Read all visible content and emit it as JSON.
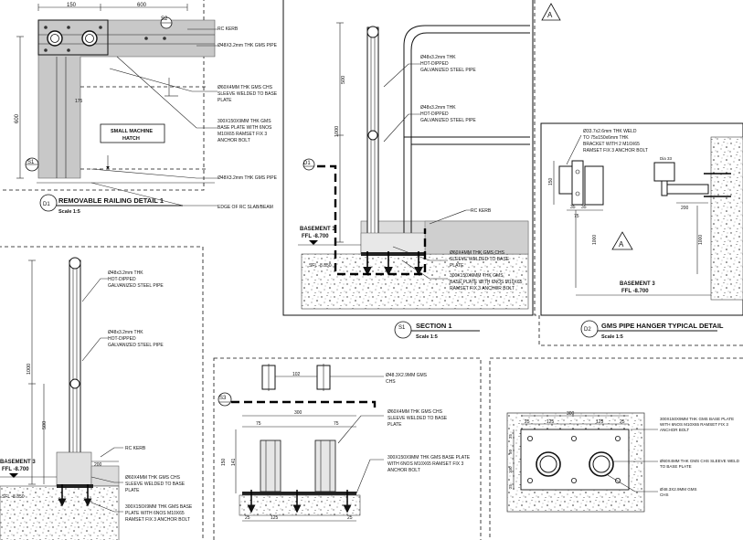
{
  "markers": {
    "s2": "S2",
    "d1": "D1",
    "s1": "S1",
    "d2": "D2",
    "s3": "S3",
    "a": "A"
  },
  "detail_d1": {
    "title": "REMOVABLE RAILING DETAIL 1",
    "scale": "Scale 1:5",
    "dim_top_left": "150",
    "dim_top_right": "600",
    "dim_left": "600",
    "dim_175": "175",
    "hatch_label_1": "SMALL MACHINE",
    "hatch_label_2": "HATCH",
    "notes": {
      "rc_kerb": "RC KERB",
      "pipe": "Ø48X3.2mm THK GMS PIPE",
      "sleeve_1": "Ø60X4MM THK GMS CHS",
      "sleeve_2": "SLEEVE WELDED TO BASE",
      "sleeve_3": "PLATE",
      "base_1": "300X150X9MM THK GMS",
      "base_2": "BASE PLATE WITH 6NOS",
      "base_3": "M10X65 RAMSET FIX 3",
      "base_4": "ANCHOR BOLT",
      "pipe2": "Ø48X3.2mm THK GMS PIPE",
      "edge": "EDGE OF RC SLAB/BEAM"
    }
  },
  "section_s1": {
    "title": "SECTION 1",
    "scale": "Scale 1:5",
    "dim_500": "500",
    "dim_1000": "1000",
    "basement": "BASEMENT 3",
    "ffl": "FFL -8.700",
    "sfl": "SFL -8.850",
    "notes": {
      "p1_1": "Ø48x3.2mm THK",
      "p1_2": "HOT-DIPPED",
      "p1_3": "GALVANIZED STEEL PIPE",
      "p2_1": "Ø48x3.2mm THK",
      "p2_2": "HOT-DIPPED",
      "p2_3": "GALVANIZED STEEL PIPE",
      "rc_kerb": "RC KERB",
      "sl_1": "Ø60X4MM THK GMS CHS",
      "sl_2": "SLEEVE WELDED TO BASE",
      "sl_3": "PLATE",
      "bp_1": "300X150X9MM THK GMS",
      "bp_2": "BASE PLATE WITH 6NOS M10X65",
      "bp_3": "RAMSET FIX 3 ANCHOR BOLT"
    }
  },
  "detail_d2": {
    "title": "GMS PIPE HANGER TYPICAL DETAIL",
    "scale": "Scale 1:5",
    "basement": "BASEMENT 3",
    "ffl": "FFL -8.700",
    "n1": "Ø33.7x2.6mm THK WELD",
    "n2": "TO 75x150x6mm THK",
    "n3": "BRACKET WITH 2 M10X65",
    "n4": "RAMSET FIX 3 ANCHOR BOLT",
    "dia33": "Dia 33",
    "d150": "150",
    "d35a": "35",
    "d35b": "35",
    "d75": "75",
    "d200": "200",
    "d1000": "1000",
    "d1000b": "1000"
  },
  "detail_left": {
    "dim_1000": "1000",
    "dim_500": "500",
    "dim_200": "200",
    "basement": "BASEMENT 3",
    "ffl": "FFL -8.700",
    "sfl": "SFL -8.850",
    "notes": {
      "p1_1": "Ø48x3.2mm THK",
      "p1_2": "HOT-DIPPED",
      "p1_3": "GALVANIZED STEEL PIPE",
      "p2_1": "Ø48x3.2mm THK",
      "p2_2": "HOT-DIPPED",
      "p2_3": "GALVANIZED STEEL PIPE",
      "rc": "RC KERB",
      "sl_1": "Ø60X4MM THK GMS CHS",
      "sl_2": "SLEEVE WELDED TO BASE",
      "sl_3": "PLATE",
      "bp_1": "300X150X9MM THK GMS BASE",
      "bp_2": "PLATE WITH 6NOS M10X65",
      "bp_3": "RAMSET FIX 3 ANCHOR BOLT"
    }
  },
  "detail_s3": {
    "pipe_1": "Ø48.3X2.9MM GMS",
    "pipe_2": "CHS",
    "d102": "102",
    "d300": "300",
    "d75a": "75",
    "d75b": "75",
    "d150": "150",
    "d141": "141",
    "d25a": "25",
    "d125": "125",
    "d25b": "25",
    "sl_1": "Ø60X4MM THK GMS CHS",
    "sl_2": "SLEEVE WELDED TO BASE",
    "sl_3": "PLATE",
    "bp_1": "300X150X9MM THK GMS BASE PLATE",
    "bp_2": "WITH 6NOS M10X65 RAMSET FIX 3",
    "bp_3": "ANCHOR BOLT"
  },
  "detail_plan": {
    "d300": "300",
    "d25a": "25",
    "d125a": "125",
    "d125b": "125",
    "d25b": "25",
    "d25c": "25",
    "d50": "50",
    "d100": "100",
    "d25d": "25",
    "n1_1": "300X150X9MM THK GMS BASE PLATE",
    "n1_2": "WITH 6NOS M10X65 RAMSET FIX 3",
    "n1_3": "ANCHOR BOLT",
    "n2_1": "Ø60X4MM THK GMS CHS SLEEVE WELD",
    "n2_2": "TO BASE PLATE",
    "n3_1": "Ø48.3X2.9MM GMS",
    "n3_2": "CHS"
  }
}
